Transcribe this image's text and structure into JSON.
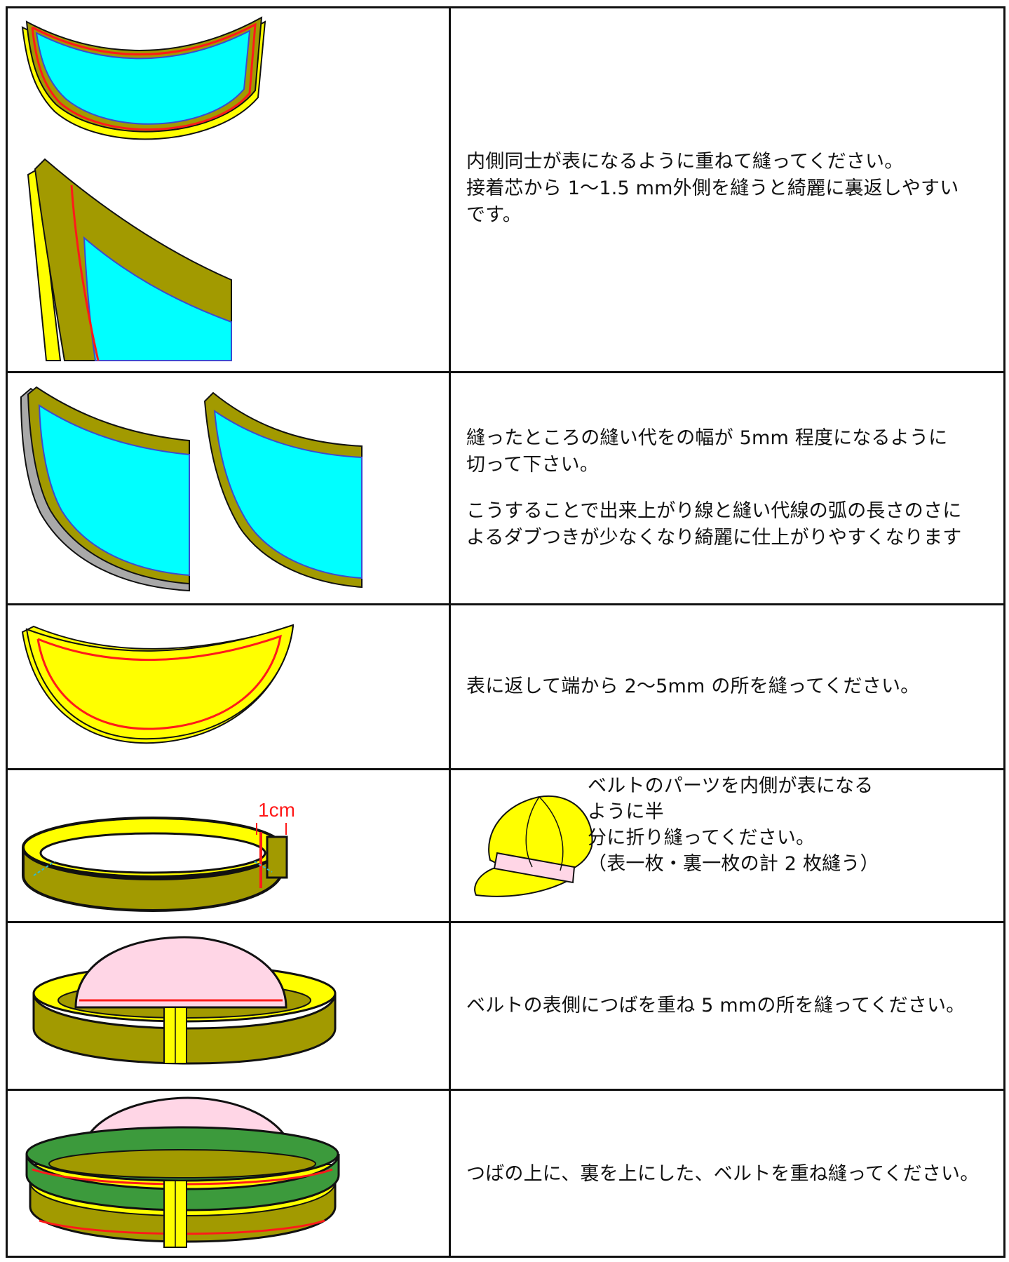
{
  "colors": {
    "olive": "#a29a00",
    "cyan": "#00ffff",
    "yellow": "#ffff00",
    "red": "#ff1a1a",
    "pink": "#ffd6e6",
    "green": "#3c9a3c",
    "gray": "#a9a9a9",
    "blue": "#3a4bd0",
    "border": "#111111"
  },
  "steps": [
    {
      "lines": [
        "内側同士が表になるように重ねて縫ってください。",
        "接着芯から 1〜1.5 mm外側を縫うと綺麗に裏返しやすい",
        "です。"
      ]
    },
    {
      "para1": [
        "縫ったところの縫い代をの幅が 5mm 程度になるように",
        "切って下さい。"
      ],
      "para2": [
        "こうすることで出来上がり線と縫い代線の弧の長さのさに",
        "よるダブつきが少なくなり綺麗に仕上がりやすくなります"
      ]
    },
    {
      "lines": [
        "表に返して端から 2〜5mm の所を縫ってください。"
      ]
    },
    {
      "lines": [
        "ベルトのパーツを内側が表になるように半",
        "分に折り縫ってください。",
        "（表一枚・裏一枚の計 2 枚縫う）"
      ],
      "measure_label": "1cm"
    },
    {
      "lines": [
        "ベルトの表側につばを重ね 5 mmの所を縫ってください。"
      ]
    },
    {
      "lines": [
        "つばの上に、裏を上にした、ベルトを重ね縫ってください。"
      ]
    }
  ]
}
